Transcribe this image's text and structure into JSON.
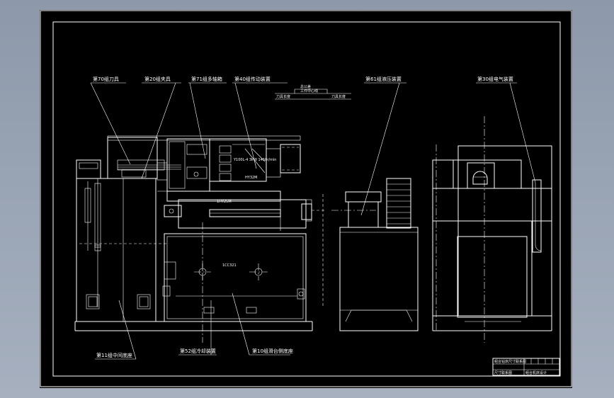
{
  "labels": {
    "tool": "第70组刀具",
    "fixture": "第20组夹具",
    "multi_spindle": "第71组多轴箱",
    "drive": "第40组传动装置",
    "hydraulic": "第61组液压装置",
    "electric": "第30组电气装置",
    "middle_base": "第11组中间底座",
    "cooling": "第52组冷却装置",
    "slide_base": "第10组滑台侧底座"
  },
  "legend": {
    "top": "总公差",
    "mid": "工件中心线",
    "left": "刀具长度",
    "right": "刀具长度"
  },
  "title_block": {
    "line1": "组合钻床尺寸联系图",
    "line2": "组合机床设计",
    "drawing_name": "尺寸联系图"
  },
  "notes": {
    "motor": "Y100L-4 3kW 1450r/min",
    "slide": "HY32M",
    "rail": "1HY25M",
    "base": "1CC321"
  }
}
